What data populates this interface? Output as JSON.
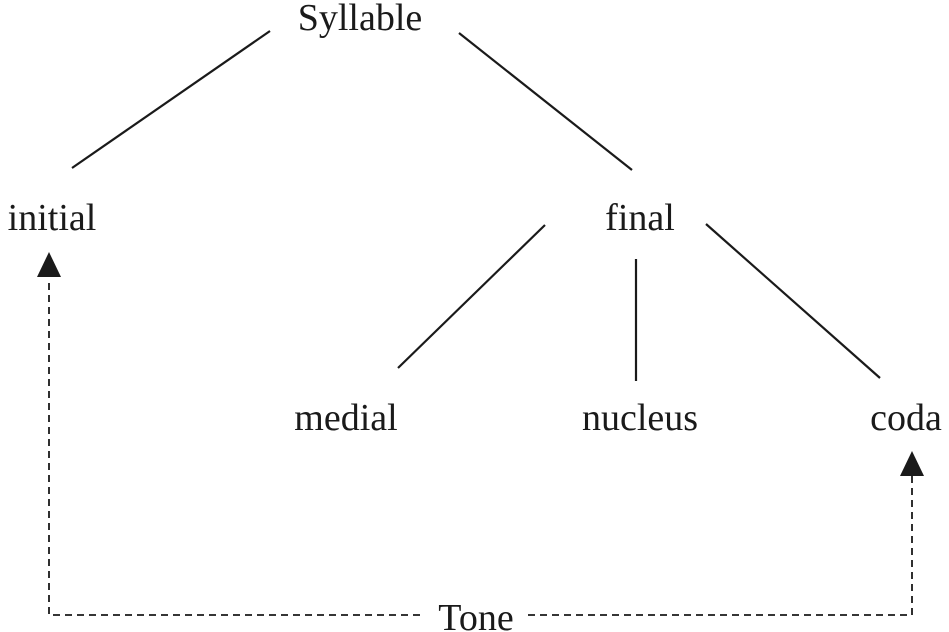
{
  "nodes": {
    "syllable": "Syllable",
    "initial": "initial",
    "final": "final",
    "medial": "medial",
    "nucleus": "nucleus",
    "coda": "coda",
    "tone": "Tone"
  }
}
